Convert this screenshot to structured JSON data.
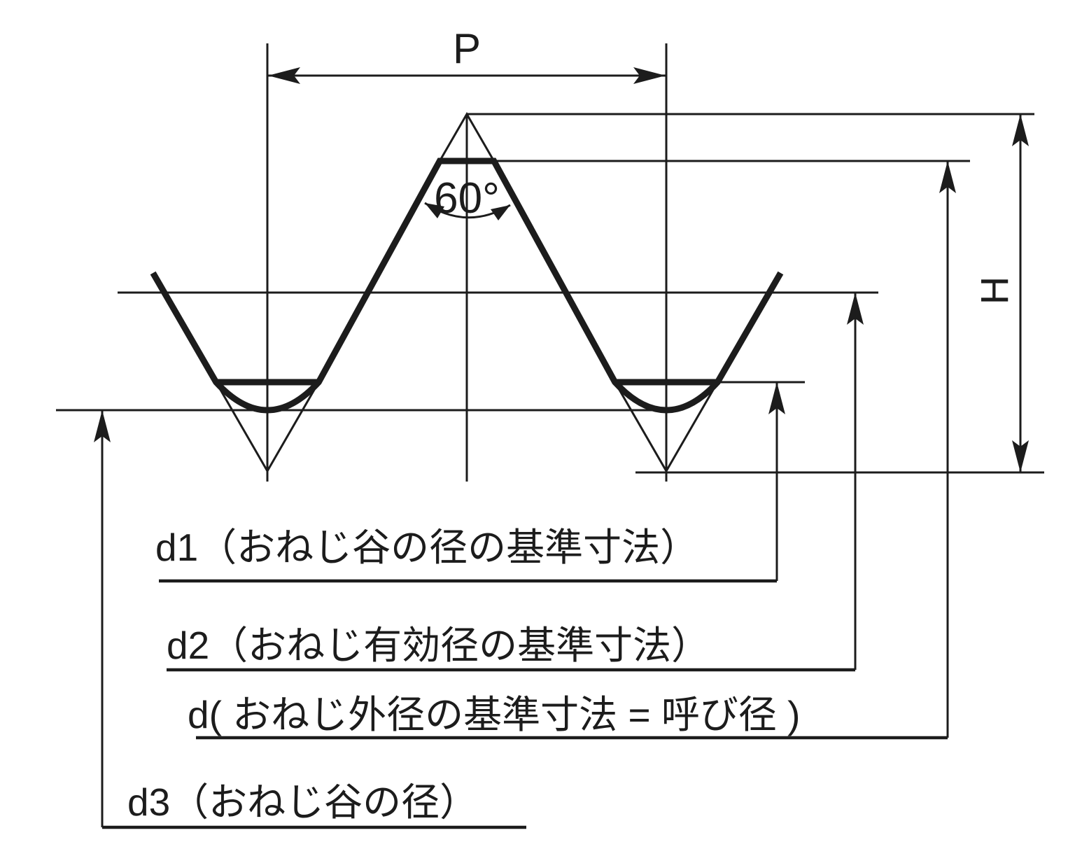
{
  "figure": {
    "kind": "screw-thread-profile-technical-drawing",
    "colors": {
      "ink": "#1c1c1c",
      "background": "#ffffff"
    }
  },
  "annotations": {
    "pitch_label": "P",
    "angle_label": "60°",
    "height_label": "H"
  },
  "labels": {
    "d1": "d1（おねじ谷の径の基準寸法）",
    "d2": "d2（おねじ有効径の基準寸法）",
    "d": "d( おねじ外径の基準寸法 = 呼び径 )",
    "d3": "d3（おねじ谷の径）"
  }
}
